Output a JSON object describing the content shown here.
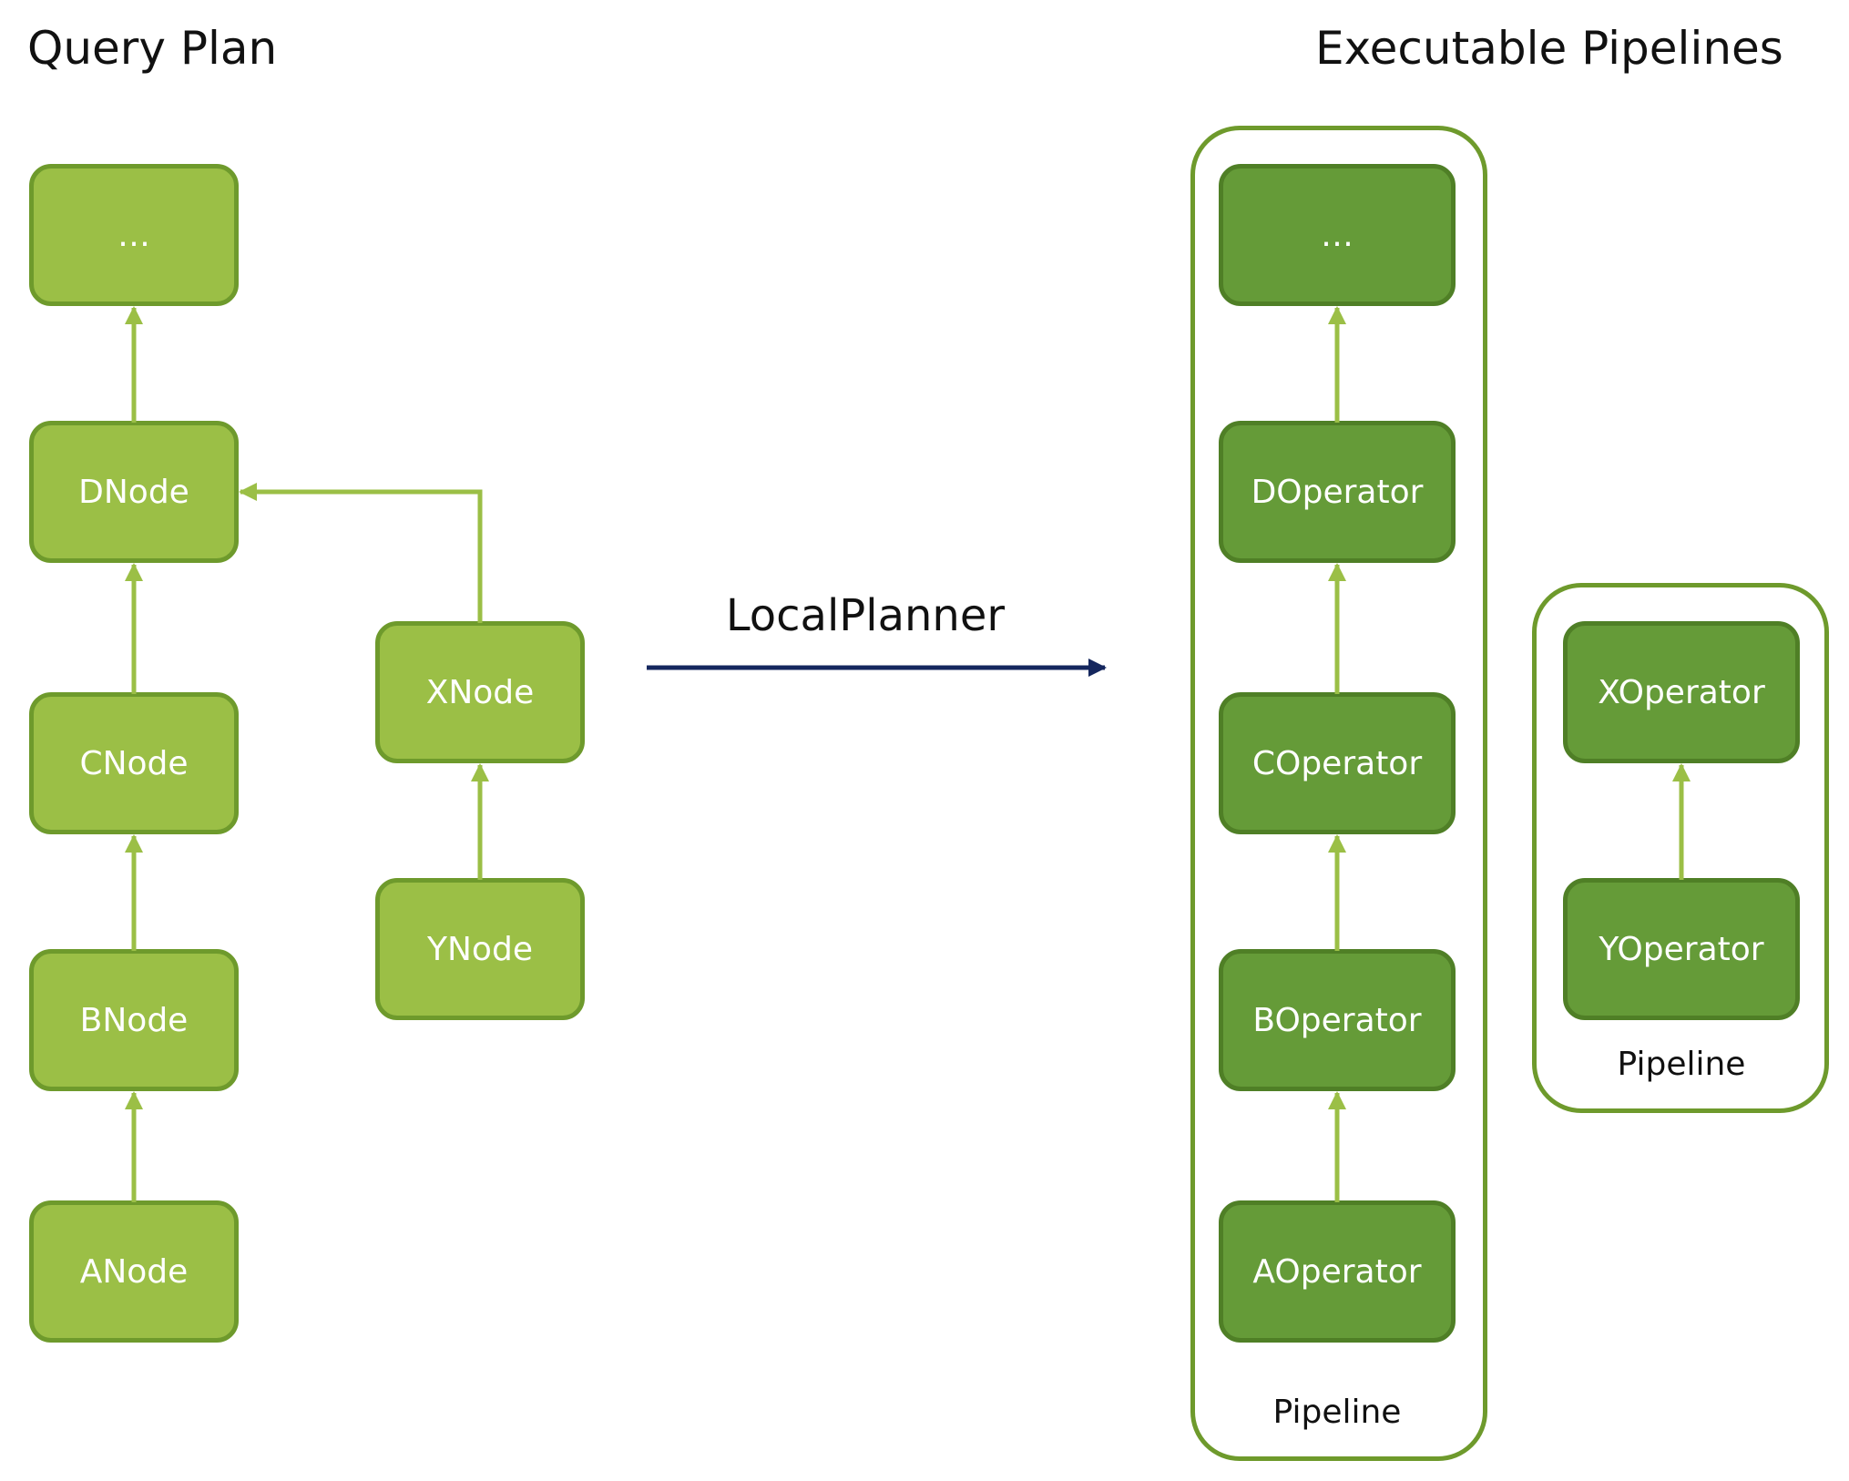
{
  "titles": {
    "left": "Query Plan",
    "right": "Executable Pipelines"
  },
  "arrow_label": "LocalPlanner",
  "query_plan": {
    "nodes": [
      "…",
      "DNode",
      "CNode",
      "BNode",
      "ANode",
      "XNode",
      "YNode"
    ]
  },
  "pipelines": [
    {
      "label": "Pipeline",
      "operators": [
        "…",
        "DOperator",
        "COperator",
        "BOperator",
        "AOperator"
      ]
    },
    {
      "label": "Pipeline",
      "operators": [
        "XOperator",
        "YOperator"
      ]
    }
  ],
  "colors": {
    "plan_node_fill": "#9bbf46",
    "plan_node_border": "#6e9a2c",
    "operator_fill": "#659b38",
    "operator_border": "#4f7f26",
    "edge": "#9bbf46",
    "transform_arrow": "#15275e"
  }
}
